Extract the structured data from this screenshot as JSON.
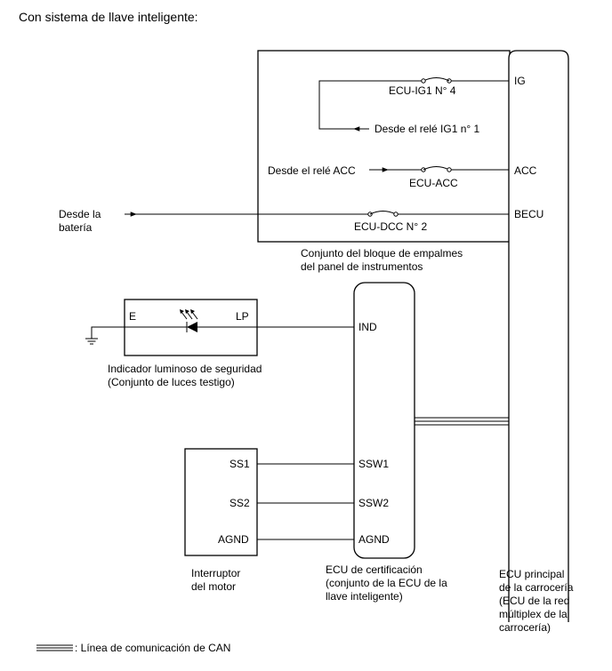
{
  "title": "Con sistema de llave inteligente:",
  "junction_block": {
    "caption_line1": "Conjunto del bloque de empalmes",
    "caption_line2": "del panel de instrumentos",
    "fuses": {
      "ig1": "ECU-IG1 N° 4",
      "acc": "ECU-ACC",
      "dcc": "ECU-DCC N° 2"
    },
    "sources": {
      "ig1_relay": "Desde el relé IG1 n° 1",
      "acc_relay": "Desde el relé ACC",
      "battery_line1": "Desde la",
      "battery_line2": "batería"
    }
  },
  "main_body_ecu": {
    "pins": {
      "ig": "IG",
      "acc": "ACC",
      "becu": "BECU"
    },
    "caption_lines": [
      "ECU principal",
      "de la carrocería",
      "(ECU de la red",
      "múltiplex de la",
      "carrocería)"
    ]
  },
  "security_indicator": {
    "pins": {
      "e": "E",
      "lp": "LP"
    },
    "caption_line1": "Indicador luminoso de seguridad",
    "caption_line2": "(Conjunto de luces testigo)"
  },
  "certification_ecu": {
    "pins": {
      "ind": "IND",
      "ssw1": "SSW1",
      "ssw2": "SSW2",
      "agnd": "AGND"
    },
    "caption_lines": [
      "ECU de certificación",
      "(conjunto de la ECU de la",
      "llave inteligente)"
    ]
  },
  "engine_switch": {
    "pins": {
      "ss1": "SS1",
      "ss2": "SS2",
      "agnd": "AGND"
    },
    "caption_line1": "Interruptor",
    "caption_line2": "del motor"
  },
  "legend": {
    "can_line": ": Línea de comunicación de CAN"
  }
}
